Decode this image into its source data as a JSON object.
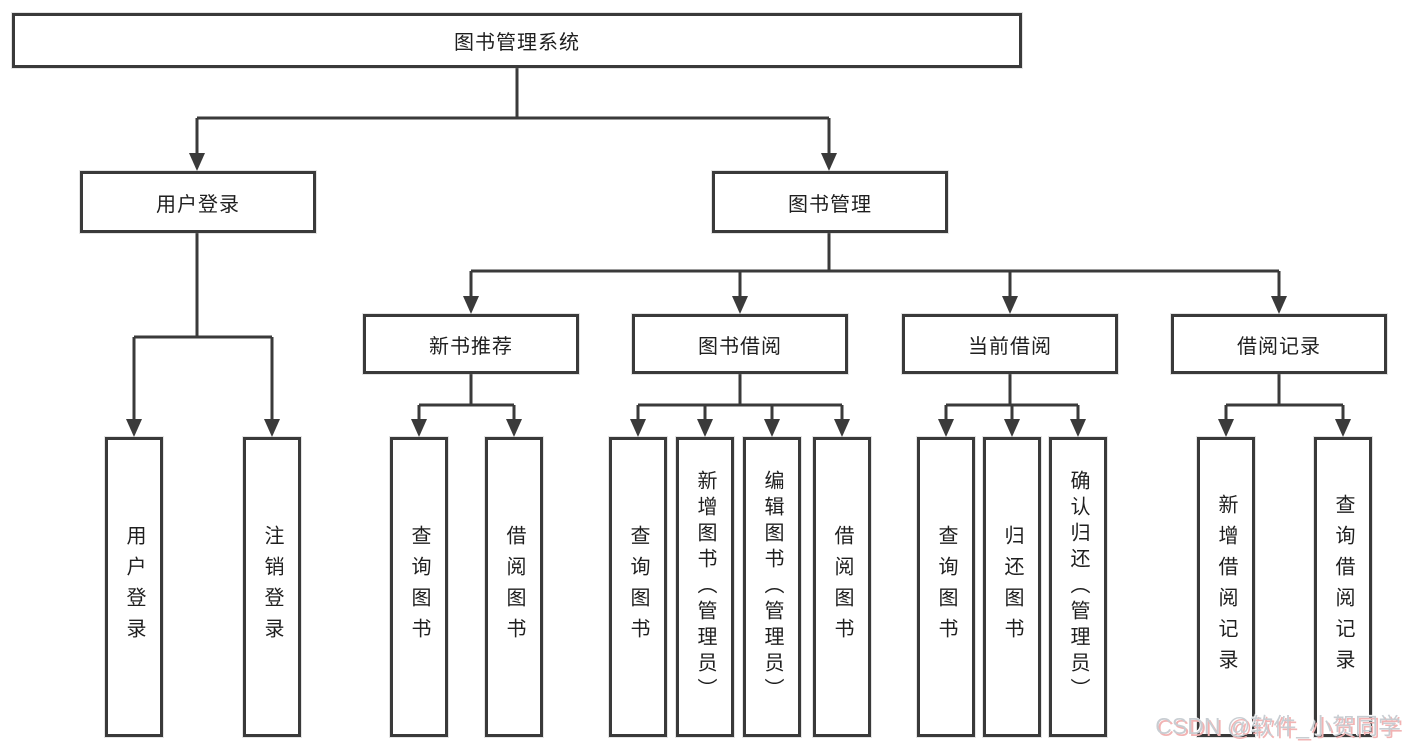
{
  "tree": {
    "root": {
      "label": "图书管理系统"
    },
    "branches": [
      {
        "label": "用户登录",
        "children": [
          {
            "label": "用户登录"
          },
          {
            "label": "注销登录"
          }
        ]
      },
      {
        "label": "图书管理",
        "children": [
          {
            "label": "新书推荐",
            "children": [
              {
                "label": "查询图书"
              },
              {
                "label": "借阅图书"
              }
            ]
          },
          {
            "label": "图书借阅",
            "children": [
              {
                "label": "查询图书"
              },
              {
                "label": "新增图书（管理员）"
              },
              {
                "label": "编辑图书（管理员）"
              },
              {
                "label": "借阅图书"
              }
            ]
          },
          {
            "label": "当前借阅",
            "children": [
              {
                "label": "查询图书"
              },
              {
                "label": "归还图书"
              },
              {
                "label": "确认归还（管理员）"
              }
            ]
          },
          {
            "label": "借阅记录",
            "children": [
              {
                "label": "新增借阅记录"
              },
              {
                "label": "查询借阅记录"
              }
            ]
          }
        ]
      }
    ]
  },
  "watermark": {
    "text": "CSDN @软件_小贺同学"
  },
  "colors": {
    "line": "#3a3a3a",
    "box_background": "#ffffff",
    "text": "#1f1f1f",
    "watermark_text": "#c8cdd2",
    "watermark_accent": "#f2b3b3",
    "page_background": "#ffffff"
  }
}
